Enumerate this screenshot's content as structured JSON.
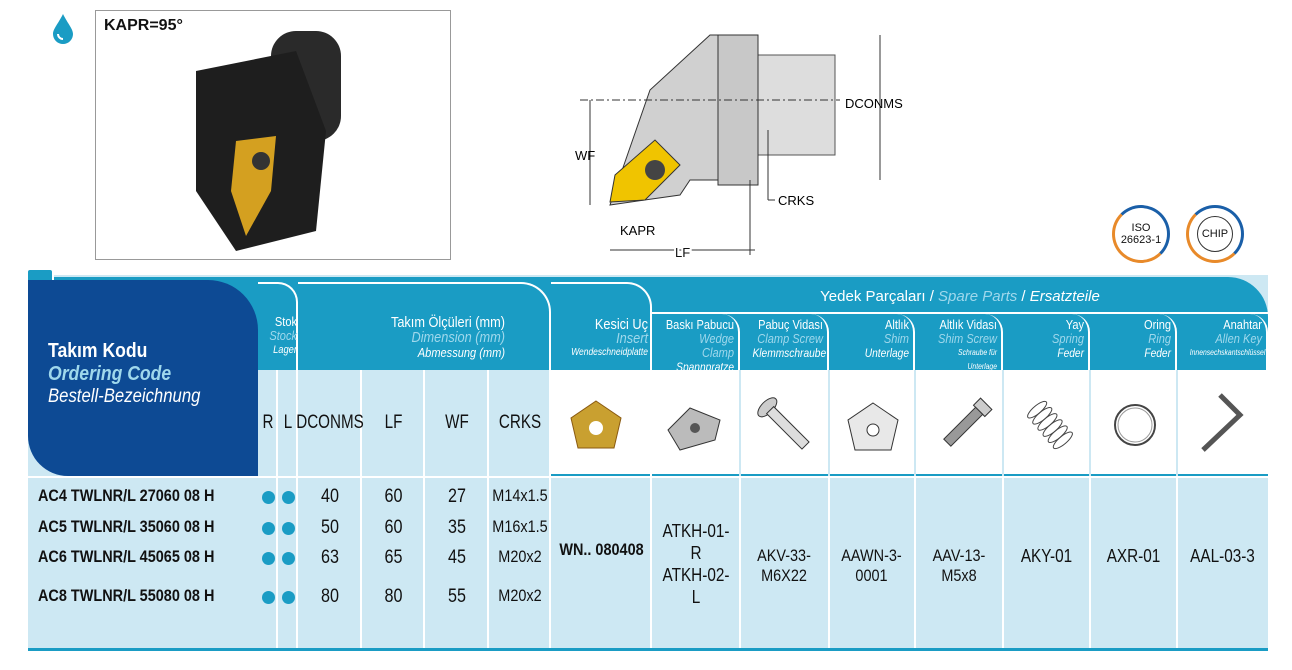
{
  "product": {
    "kapr_label": "KAPR=95°"
  },
  "diagram": {
    "labels": {
      "dconms": "DCONMS",
      "wf": "WF",
      "crks": "CRKS",
      "kapr": "KAPR",
      "lf": "LF"
    }
  },
  "badges": [
    {
      "line1": "ISO",
      "line2": "26623-1"
    },
    {
      "line1": "CHIP"
    }
  ],
  "header": {
    "code": {
      "tr": "Takım Kodu",
      "en": "Ordering Code",
      "de": "Bestell-Bezeichnung"
    },
    "stock": {
      "tr": "Stok",
      "en": "Stock",
      "de": "Lager"
    },
    "dimension": {
      "tr": "Takım Ölçüleri (mm)",
      "en": "Dimension (mm)",
      "de": "Abmessung (mm)"
    },
    "insert": {
      "tr": "Kesici Uç",
      "en": "Insert",
      "de": "Wendeschneidplatte"
    },
    "spare": {
      "tr": "Yedek Parçaları",
      "en": "Spare Parts",
      "de": "Ersatzteile",
      "sep": " / "
    },
    "parts": [
      {
        "tr": "Baskı Pabucu",
        "en": "Wedge Clamp",
        "de": "Spannpratze"
      },
      {
        "tr": "Pabuç Vidası",
        "en": "Clamp Screw",
        "de": "Klemmschraube"
      },
      {
        "tr": "Altlık",
        "en": "Shim",
        "de": "Unterlage"
      },
      {
        "tr": "Altlık Vidası",
        "en": "Shim Screw",
        "de": "Schraube für Unterlage"
      },
      {
        "tr": "Yay",
        "en": "Spring",
        "de": "Feder"
      },
      {
        "tr": "Oring",
        "en": "Ring",
        "de": "Feder"
      },
      {
        "tr": "Anahtar",
        "en": "Allen Key",
        "de": "Innensechskantschlüssel"
      }
    ],
    "cols": {
      "r": "R",
      "l": "L",
      "dconms": "DCONMS",
      "lf": "LF",
      "wf": "WF",
      "crks": "CRKS"
    }
  },
  "rows": [
    {
      "code": "AC4 TWLNR/L 27060 08 H",
      "dconms": "40",
      "lf": "60",
      "wf": "27",
      "crks": "M14x1.5"
    },
    {
      "code": "AC5 TWLNR/L 35060 08 H",
      "dconms": "50",
      "lf": "60",
      "wf": "35",
      "crks": "M16x1.5"
    },
    {
      "code": "AC6 TWLNR/L 45065 08 H",
      "dconms": "63",
      "lf": "65",
      "wf": "45",
      "crks": "M20x2"
    },
    {
      "code": "AC8 TWLNR/L 55080 08 H",
      "dconms": "80",
      "lf": "80",
      "wf": "55",
      "crks": "M20x2"
    }
  ],
  "insert_code": "WN.. 080408",
  "parts": {
    "clamp_r": "ATKH-01-R",
    "clamp_l": "ATKH-02-L",
    "clamp_screw": "AKV-33-M6X22",
    "shim": "AAWN-3-0001",
    "shim_screw": "AAV-13-M5x8",
    "spring": "AKY-01",
    "ring": "AXR-01",
    "key": "AAL-03-3"
  }
}
